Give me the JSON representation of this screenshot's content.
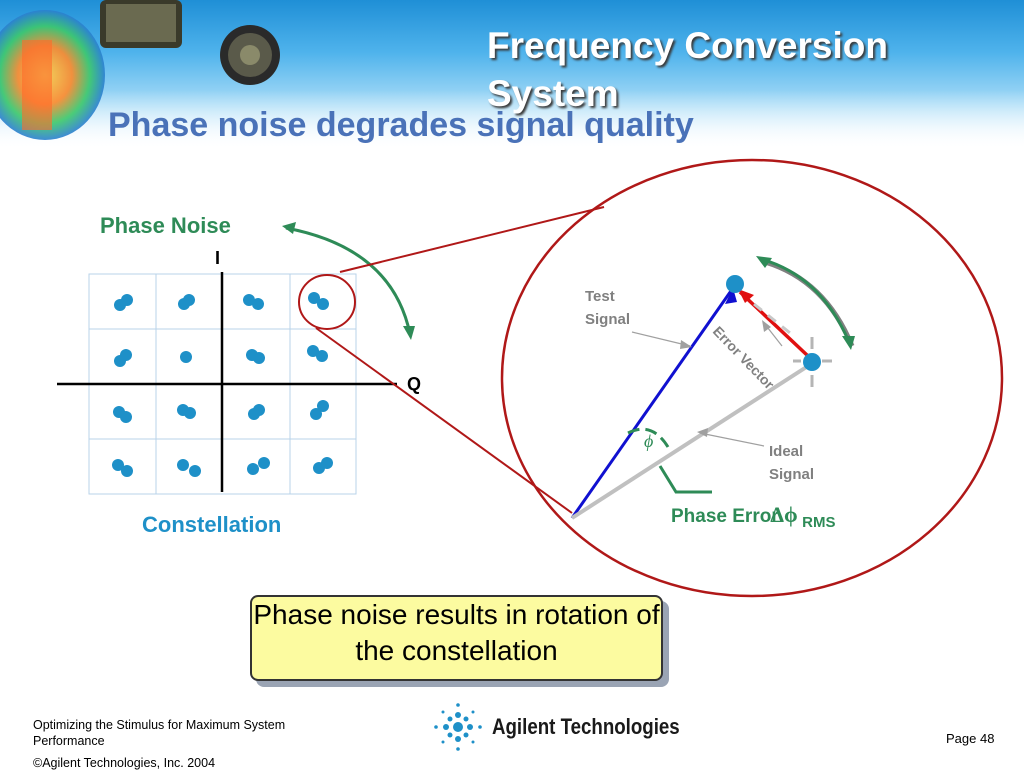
{
  "header": {
    "title": "Frequency Conversion System",
    "subtitle": "Phase noise degrades signal quality"
  },
  "constellation": {
    "phase_noise_label": "Phase Noise",
    "i_axis_label": "I",
    "q_axis_label": "Q",
    "caption": "Constellation"
  },
  "zoom": {
    "test_signal_label": "Test\nSignal",
    "error_vector_label": "Error Vector",
    "ideal_signal_label": "Ideal\nSignal",
    "phi_symbol": "ϕ",
    "phase_error_label": "Phase Error",
    "delta_phi": "Δϕ",
    "rms_subscript": "RMS"
  },
  "callout": {
    "text": "Phase noise results in rotation of the constellation"
  },
  "footer": {
    "course_title": "Optimizing the Stimulus for Maximum System Performance",
    "copyright": "©Agilent Technologies, Inc. 2004",
    "brand": "Agilent Technologies",
    "page": "Page 48"
  },
  "colors": {
    "title_shadow": "#3a3a3a",
    "subtitle": "#4a72b8",
    "green": "#2e8b57",
    "cyan": "#1e90c8",
    "dark_red": "#b01818",
    "blue_vector": "#1010d0",
    "red_vector": "#e01010",
    "gray_vector": "#c0c0c0",
    "callout_bg": "#fcfba0"
  }
}
